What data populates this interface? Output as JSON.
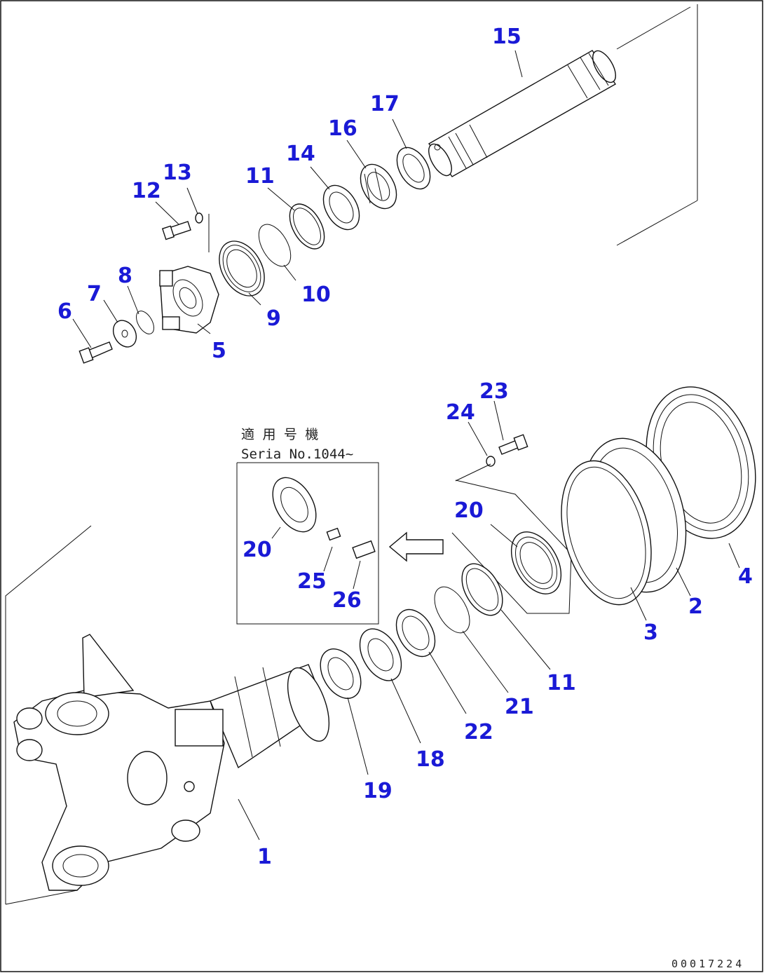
{
  "colors": {
    "label": "#1a1ad6",
    "line": "#111111",
    "background": "#ffffff"
  },
  "note": {
    "line1": "適 用 号 機",
    "line2": "Seria  No.1044~"
  },
  "drawing_code": "00017224",
  "parts": [
    {
      "id": "15",
      "label": "15"
    },
    {
      "id": "17",
      "label": "17"
    },
    {
      "id": "16",
      "label": "16"
    },
    {
      "id": "14",
      "label": "14"
    },
    {
      "id": "11a",
      "label": "11"
    },
    {
      "id": "13",
      "label": "13"
    },
    {
      "id": "12",
      "label": "12"
    },
    {
      "id": "10",
      "label": "10"
    },
    {
      "id": "9",
      "label": "9"
    },
    {
      "id": "8",
      "label": "8"
    },
    {
      "id": "7",
      "label": "7"
    },
    {
      "id": "6",
      "label": "6"
    },
    {
      "id": "5",
      "label": "5"
    },
    {
      "id": "23",
      "label": "23"
    },
    {
      "id": "24",
      "label": "24"
    },
    {
      "id": "20a",
      "label": "20"
    },
    {
      "id": "20b",
      "label": "20"
    },
    {
      "id": "25",
      "label": "25"
    },
    {
      "id": "26",
      "label": "26"
    },
    {
      "id": "4",
      "label": "4"
    },
    {
      "id": "2",
      "label": "2"
    },
    {
      "id": "3",
      "label": "3"
    },
    {
      "id": "11b",
      "label": "11"
    },
    {
      "id": "21",
      "label": "21"
    },
    {
      "id": "22",
      "label": "22"
    },
    {
      "id": "18",
      "label": "18"
    },
    {
      "id": "19",
      "label": "19"
    },
    {
      "id": "1",
      "label": "1"
    }
  ]
}
